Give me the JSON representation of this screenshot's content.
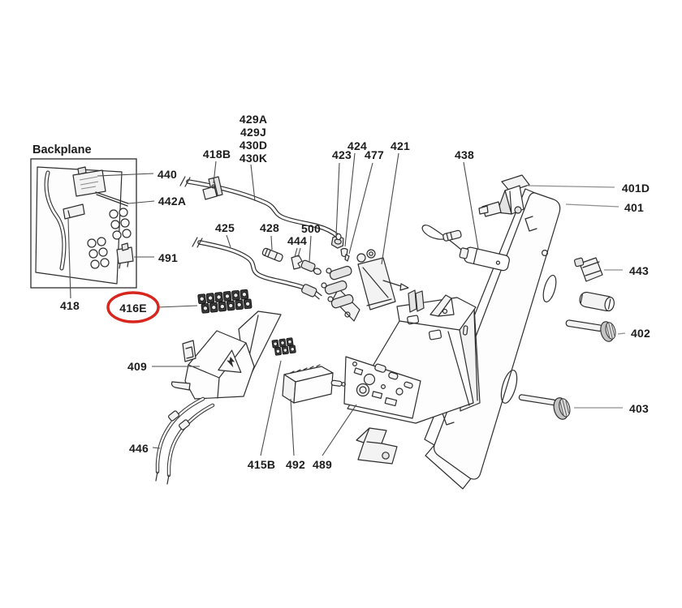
{
  "diagram": {
    "inset_title": "Backplane",
    "highlighted_part": "416E",
    "highlight_color": "#d7261d"
  },
  "labels": {
    "l440": "440",
    "l442a": "442A",
    "l491": "491",
    "l418": "418",
    "l416e": "416E",
    "l418b": "418B",
    "l429a": "429A",
    "l429j": "429J",
    "l430d": "430D",
    "l430k": "430K",
    "l423": "423",
    "l424": "424",
    "l477": "477",
    "l421": "421",
    "l438": "438",
    "l401d": "401D",
    "l401": "401",
    "l443": "443",
    "l402": "402",
    "l403": "403",
    "l425": "425",
    "l428": "428",
    "l444": "444",
    "l500": "500",
    "l409": "409",
    "l446": "446",
    "l415b": "415B",
    "l492": "492",
    "l489": "489"
  }
}
